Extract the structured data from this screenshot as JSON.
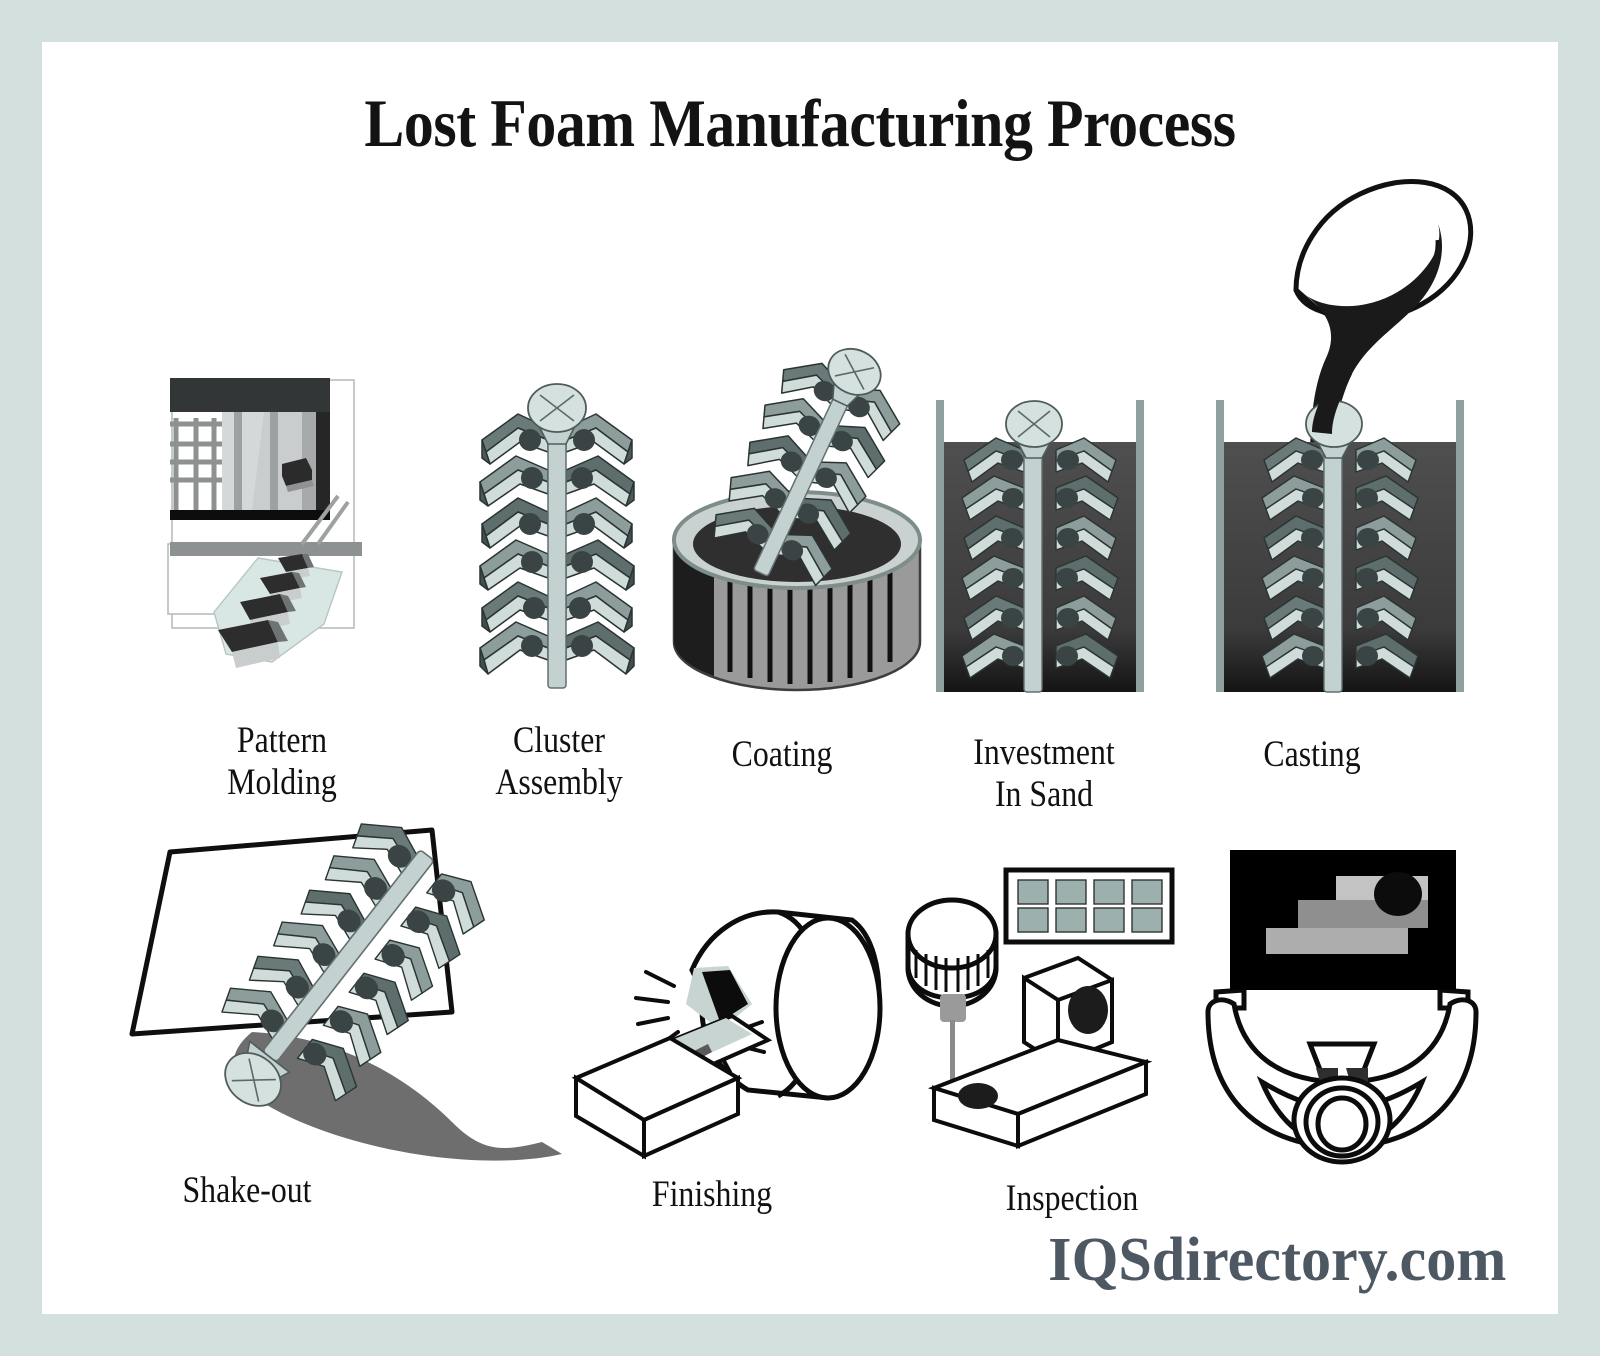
{
  "page": {
    "title": "Lost Foam Manufacturing Process",
    "watermark": "IQSdirectory.com",
    "border_color": "#d4e0dd",
    "background_color": "#ffffff",
    "text_color": "#131313",
    "watermark_color": "#4e5863"
  },
  "palette": {
    "foam_light": "#cfdcda",
    "foam_mid": "#9fb0ae",
    "foam_dark": "#5d6d6c",
    "foam_darker": "#3f4c4c",
    "sprue": "#c3d2d1",
    "node_dark": "#3a4444",
    "sand": "#4a4a4a",
    "sand_deep": "#262626",
    "slurry": "#2f2f2f",
    "shadow": "#6e6e6e",
    "outline": "#1c1c1c",
    "bucket_rim": "#8d9e9c",
    "bucket_body": "#9a9a9a",
    "panel_cell": "#9cb0ad"
  },
  "steps": [
    {
      "id": "pattern-molding",
      "label": "Pattern\nMolding",
      "icon": "pattern-molding-illustration",
      "description": "Foam pattern press with conveyor of molded foam patterns"
    },
    {
      "id": "cluster-assembly",
      "label": "Cluster\nAssembly",
      "icon": "cluster-assembly-illustration",
      "description": "Foam patterns glued to a central sprue with pouring cup"
    },
    {
      "id": "coating",
      "label": "Coating",
      "icon": "coating-illustration",
      "description": "Cluster dipped into a ribbed bucket of refractory slurry"
    },
    {
      "id": "investment-in-sand",
      "label": "Investment\nIn Sand",
      "icon": "investment-in-sand-illustration",
      "description": "Coated cluster compacted in a flask of loose sand"
    },
    {
      "id": "casting",
      "label": "Casting",
      "icon": "casting-illustration",
      "description": "Ladle pours molten metal into the sprue cup"
    },
    {
      "id": "shake-out",
      "label": "Shake-out",
      "icon": "shake-out-illustration",
      "description": "Flask tipped and the cast cluster slides free of the sand"
    },
    {
      "id": "finishing",
      "label": "Finishing",
      "icon": "finishing-illustration",
      "description": "Grinding wheel removes gates and flash, throwing sparks"
    },
    {
      "id": "inspection",
      "label": "Inspection",
      "icon": "inspection-illustration",
      "description": "Dial-indicator probe and readout panel check the part"
    },
    {
      "id": "packaging",
      "label": "",
      "icon": "packaging-worker-illustration",
      "description": "Worker carrying a finished casting in a tray"
    }
  ]
}
